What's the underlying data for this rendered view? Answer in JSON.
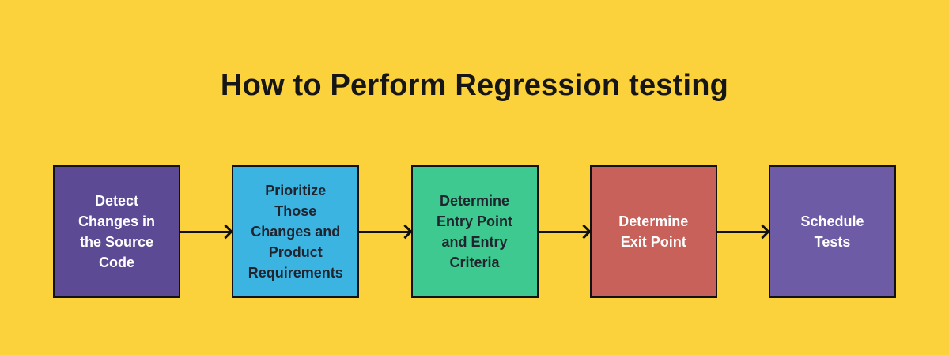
{
  "title": "How to Perform Regression testing",
  "colors": {
    "background": "#FBD23B",
    "title_text": "#161616",
    "arrow": "#111111",
    "box_border": "#111111"
  },
  "steps": [
    {
      "label": "Detect\nChanges in\nthe Source\nCode",
      "bg": "#5C4B94",
      "text_color": "#FFFFFF"
    },
    {
      "label": "Prioritize\nThose\nChanges and\nProduct\nRequirements",
      "bg": "#3CB4E2",
      "text_color": "#20242E"
    },
    {
      "label": "Determine\nEntry Point\nand Entry\nCriteria",
      "bg": "#3EC990",
      "text_color": "#20242E"
    },
    {
      "label": "Determine\nExit Point",
      "bg": "#C7615A",
      "text_color": "#FFFFFF"
    },
    {
      "label": "Schedule\nTests",
      "bg": "#6D5BA6",
      "text_color": "#FFFFFF"
    }
  ]
}
